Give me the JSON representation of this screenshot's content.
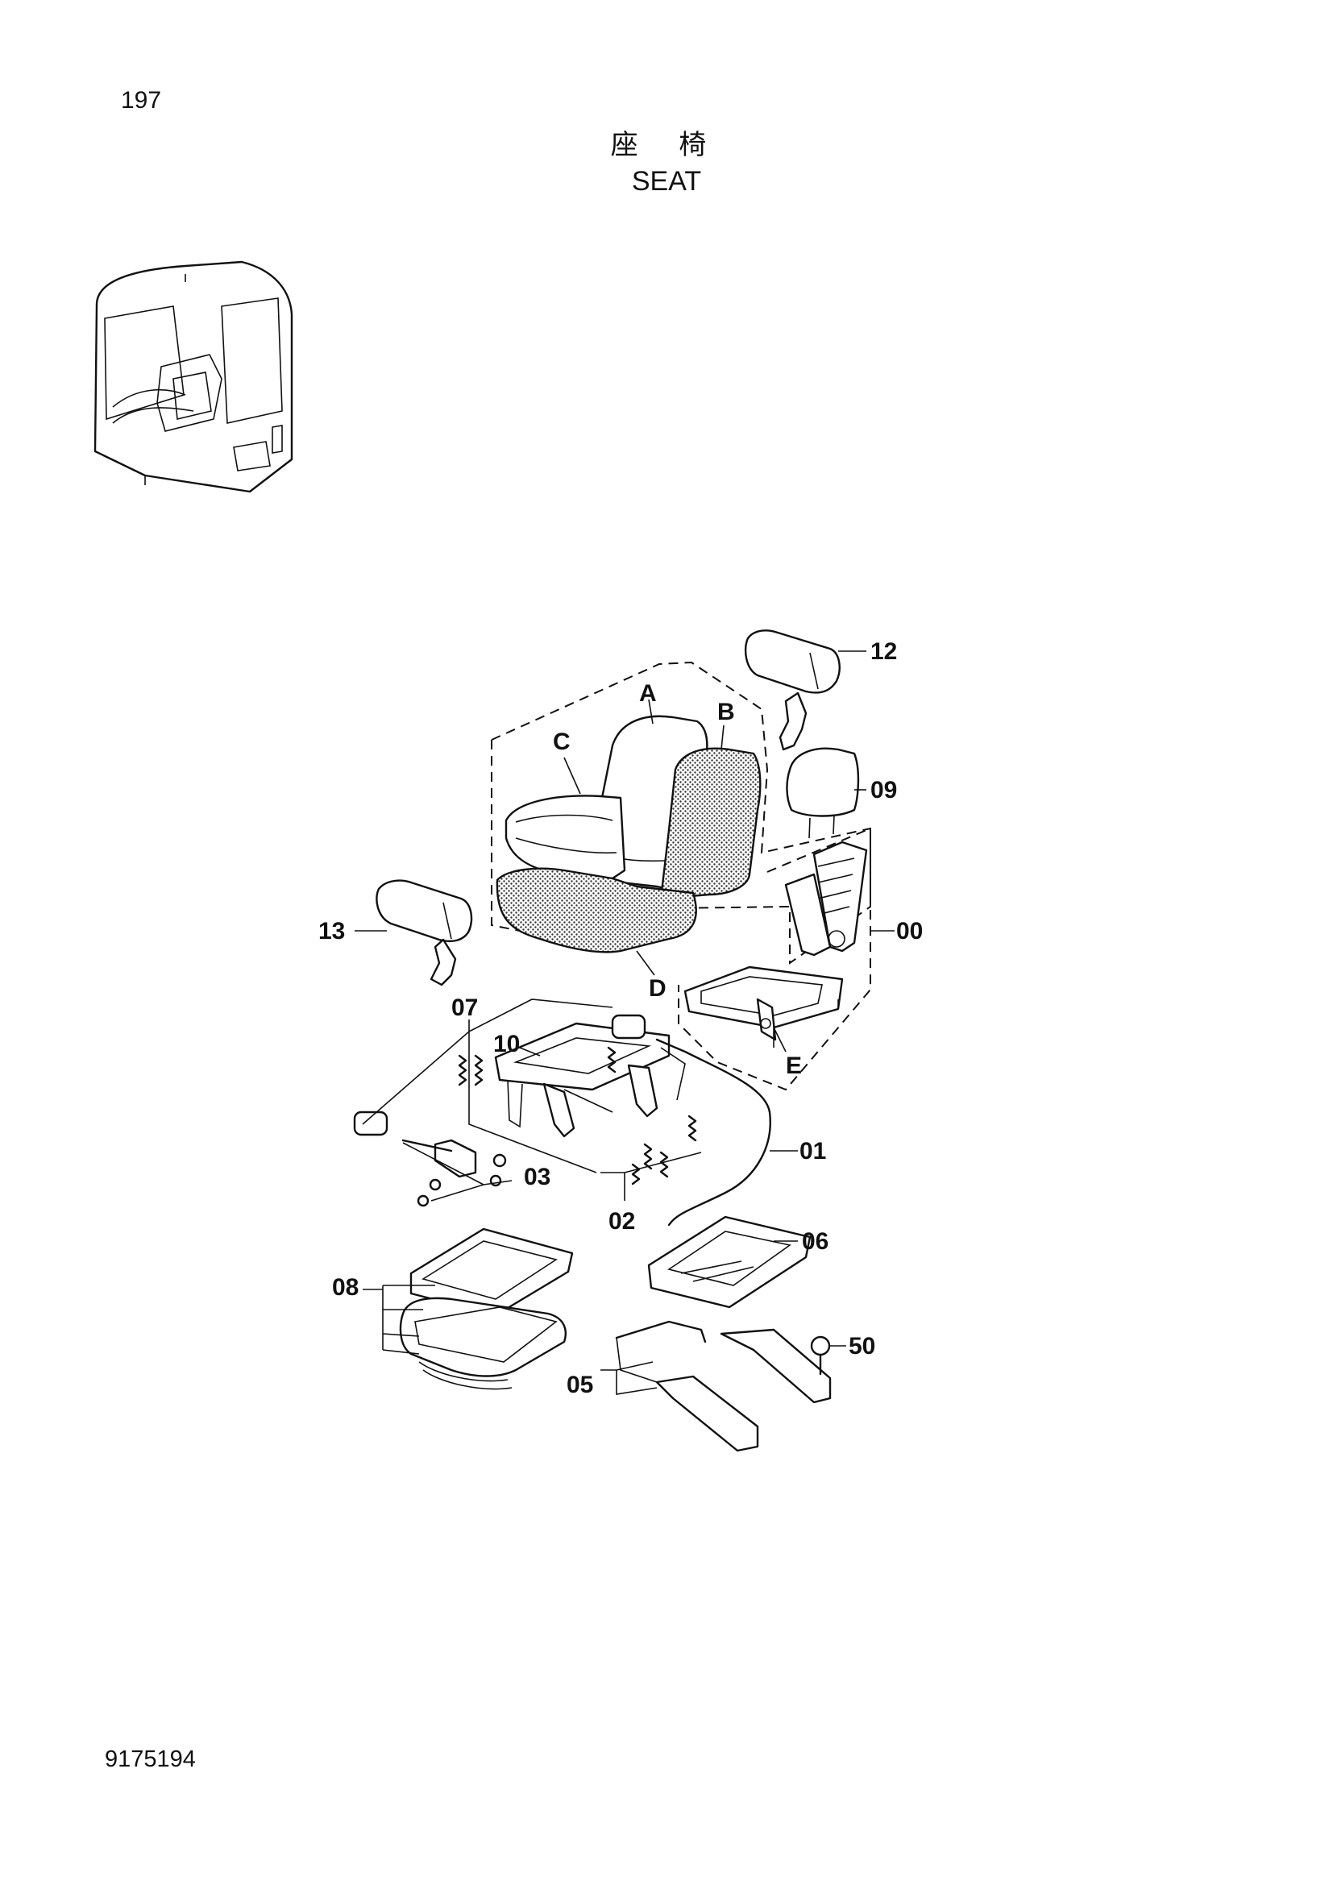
{
  "page": {
    "number": "197",
    "doc_number": "9175194"
  },
  "title": {
    "jp": "座 椅",
    "en": "SEAT"
  },
  "callouts": {
    "p00": "00",
    "p01": "01",
    "p02": "02",
    "p03": "03",
    "p05": "05",
    "p06": "06",
    "p07": "07",
    "p08": "08",
    "p09": "09",
    "p10": "10",
    "p12": "12",
    "p13": "13",
    "p50": "50",
    "A": "A",
    "B": "B",
    "C": "C",
    "D": "D",
    "E": "E"
  }
}
